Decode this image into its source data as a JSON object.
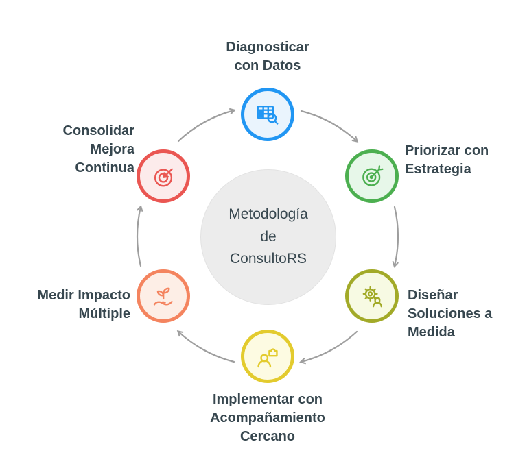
{
  "title": "Metodología de ConsultoRS",
  "center": {
    "text": "Metodología\nde\nConsultoRS"
  },
  "nodes": [
    {
      "label": "Diagnosticar\ncon Datos",
      "icon": "table-search-icon",
      "color": "#2196f3",
      "fill": "#eaf4fd"
    },
    {
      "label": "Priorizar con\nEstrategia",
      "icon": "target-dart-icon",
      "color": "#4caf50",
      "fill": "#e7f7e9"
    },
    {
      "label": "Diseñar\nSoluciones a\nMedida",
      "icon": "gear-engineer-icon",
      "color": "#a2aa28",
      "fill": "#f7fae3"
    },
    {
      "label": "Implementar con\nAcompañamiento\nCercano",
      "icon": "person-puzzle-icon",
      "color": "#e3cb2e",
      "fill": "#fdfbe2"
    },
    {
      "label": "Medir Impacto\nMúltiple",
      "icon": "hand-leaves-icon",
      "color": "#f4845f",
      "fill": "#fdeee6"
    },
    {
      "label": "Consolidar\nMejora\nContinua",
      "icon": "target-arrow-icon",
      "color": "#ea5652",
      "fill": "#fcebeb"
    }
  ],
  "arrow_color": "#9e9e9e"
}
